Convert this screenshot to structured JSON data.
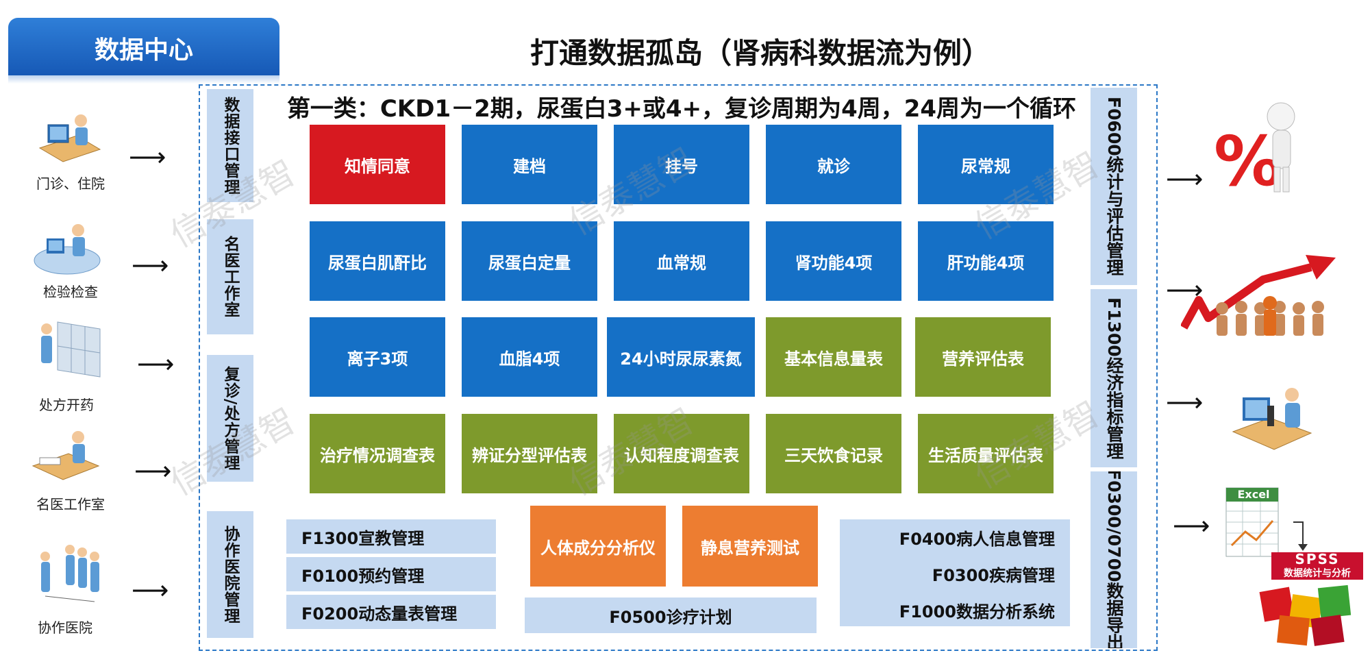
{
  "header": {
    "badge": "数据中心",
    "title": "打通数据孤岛（肾病科数据流为例）",
    "subtitle": "第一类：CKD1－2期，尿蛋白3+或4+，复诊周期为4周，24周为一个循环"
  },
  "left_labels": [
    "数据接口管理",
    "名医工作室",
    "复诊/处方管理",
    "协作医院管理"
  ],
  "right_labels": [
    "F0600统计与评估管理",
    "F1300经济指标管理",
    "F0300/0700数据导出"
  ],
  "sources": [
    "门诊、住院",
    "检验检查",
    "处方开药",
    "名医工作室",
    "协作医院"
  ],
  "grid": [
    [
      "知情同意",
      "建档",
      "挂号",
      "就诊",
      "尿常规"
    ],
    [
      "尿蛋白肌酐比",
      "尿蛋白定量",
      "血常规",
      "肾功能4项",
      "肝功能4项"
    ],
    [
      "离子3项",
      "血脂4项",
      "24小时尿尿素氮",
      "基本信息量表",
      "营养评估表"
    ],
    [
      "治疗情况调查表",
      "辨证分型评估表",
      "认知程度调查表",
      "三天饮食记录",
      "生活质量评估表"
    ]
  ],
  "modules_left": [
    "F1300宣教管理",
    "F0100预约管理",
    "F0200动态量表管理"
  ],
  "modules_center": [
    "人体成分分析仪",
    "静息营养测试"
  ],
  "module_bottom": "F0500诊疗计划",
  "modules_right": [
    "F0400病人信息管理",
    "F0300疾病管理",
    "F1000数据分析系统"
  ],
  "outputs": {
    "excel_label": "Excel",
    "spss_title": "SPSS",
    "spss_sub": "数据统计与分析"
  },
  "watermark": "信泰慧智",
  "colors": {
    "blue": "#1570c6",
    "red": "#d71920",
    "green": "#7e9a2c",
    "orange": "#ed7d31",
    "light": "#c5d9f1"
  },
  "icons": [
    "computer-user-icon",
    "lab-workstation-icon",
    "pharmacy-cabinet-icon",
    "doctor-desk-icon",
    "people-group-icon",
    "percent-figure-icon",
    "growth-arrow-icon",
    "researcher-icon",
    "excel-icon",
    "spss-icon"
  ]
}
